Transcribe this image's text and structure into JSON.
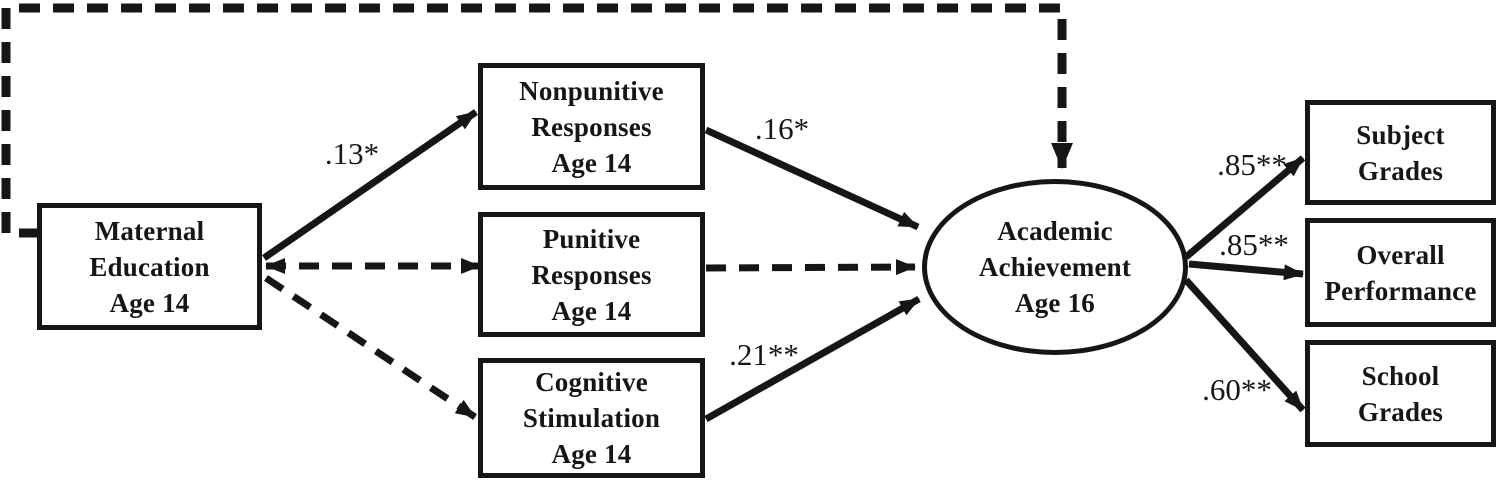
{
  "diagram": {
    "type": "path-model",
    "ink_color": "#161616",
    "background_color": "#ffffff",
    "nodes": {
      "maternal": {
        "label": "Maternal\nEducation\nAge 14",
        "shape": "rect"
      },
      "nonpunitive": {
        "label": "Nonpunitive\nResponses\nAge 14",
        "shape": "rect"
      },
      "punitive": {
        "label": "Punitive\nResponses\nAge 14",
        "shape": "rect"
      },
      "cognitive": {
        "label": "Cognitive\nStimulation\nAge 14",
        "shape": "rect"
      },
      "academic": {
        "label": "Academic\nAchievement\nAge 16",
        "shape": "ellipse"
      },
      "subject": {
        "label": "Subject\nGrades",
        "shape": "rect"
      },
      "overall": {
        "label": "Overall\nPerformance",
        "shape": "rect"
      },
      "school": {
        "label": "School\nGrades",
        "shape": "rect"
      }
    },
    "paths": {
      "maternal_to_nonpunitive": {
        "coefficient": ".13*",
        "style": "solid"
      },
      "maternal_to_punitive": {
        "coefficient": "",
        "style": "dashed"
      },
      "maternal_to_cognitive": {
        "coefficient": "",
        "style": "dashed"
      },
      "maternal_to_academic": {
        "coefficient": "",
        "style": "dashed"
      },
      "nonpunitive_to_academic": {
        "coefficient": ".16*",
        "style": "solid"
      },
      "punitive_to_academic": {
        "coefficient": "",
        "style": "dashed"
      },
      "cognitive_to_academic": {
        "coefficient": ".21**",
        "style": "solid"
      },
      "academic_to_subject": {
        "coefficient": ".85**",
        "style": "solid"
      },
      "academic_to_overall": {
        "coefficient": ".85**",
        "style": "solid"
      },
      "academic_to_school": {
        "coefficient": ".60**",
        "style": "solid"
      }
    }
  }
}
